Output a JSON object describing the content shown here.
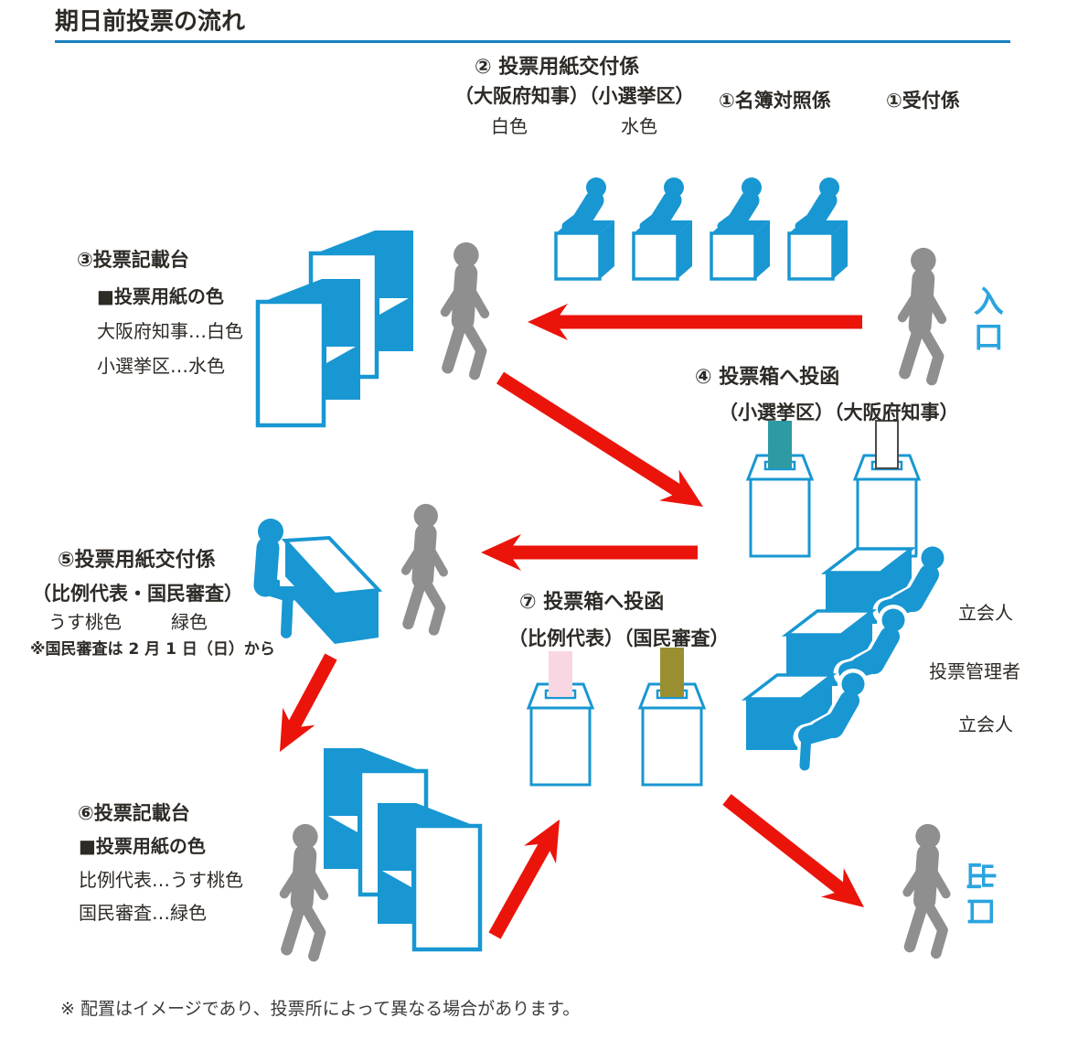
{
  "title": "期日前投票の流れ",
  "steps": {
    "reception": {
      "label": "①受付係"
    },
    "roster": {
      "label": "①名簿対照係"
    },
    "issuing1": {
      "label": "② 投票用紙交付係",
      "sub": "（大阪府知事）（小選挙区）",
      "paper1": "白色",
      "paper2": "水色"
    },
    "booth1": {
      "label": "③投票記載台",
      "heading": "■投票用紙の色",
      "line1": "大阪府知事…白色",
      "line2": "小選挙区…水色"
    },
    "castbox1": {
      "label": "④ 投票箱へ投函",
      "sub": "（小選挙区）（大阪府知事）"
    },
    "issuing2": {
      "label": "⑤投票用紙交付係",
      "sub": "（比例代表・国民審査）",
      "paper1": "うす桃色",
      "paper2": "緑色",
      "note": "※国民審査は 2 月 1 日（日）から"
    },
    "castbox2": {
      "label": "⑦ 投票箱へ投函",
      "sub": "（比例代表）（国民審査）"
    },
    "booth2": {
      "label": "⑥投票記載台",
      "heading": "■投票用紙の色",
      "line1": "比例代表…うす桃色",
      "line2": "国民審査…緑色"
    }
  },
  "officials": {
    "observer_top": "立会人",
    "manager": "投票管理者",
    "observer_bottom": "立会人"
  },
  "entrance_label": "入口",
  "exit_label": "出口",
  "footnote": "※ 配置はイメージであり、投票所によって異なる場合があります。",
  "colors": {
    "primary_blue": "#1897D2",
    "light_blue_text": "#2AA4DF",
    "title_rule_blue": "#187FC0",
    "person_gray": "#8F8F8F",
    "arrow_red": "#EB140B",
    "ballot_teal": "#2E9AA3",
    "ballot_white": "#FFFFFF",
    "ballot_pink": "#F8D7E2",
    "ballot_olive": "#9A8F30"
  }
}
